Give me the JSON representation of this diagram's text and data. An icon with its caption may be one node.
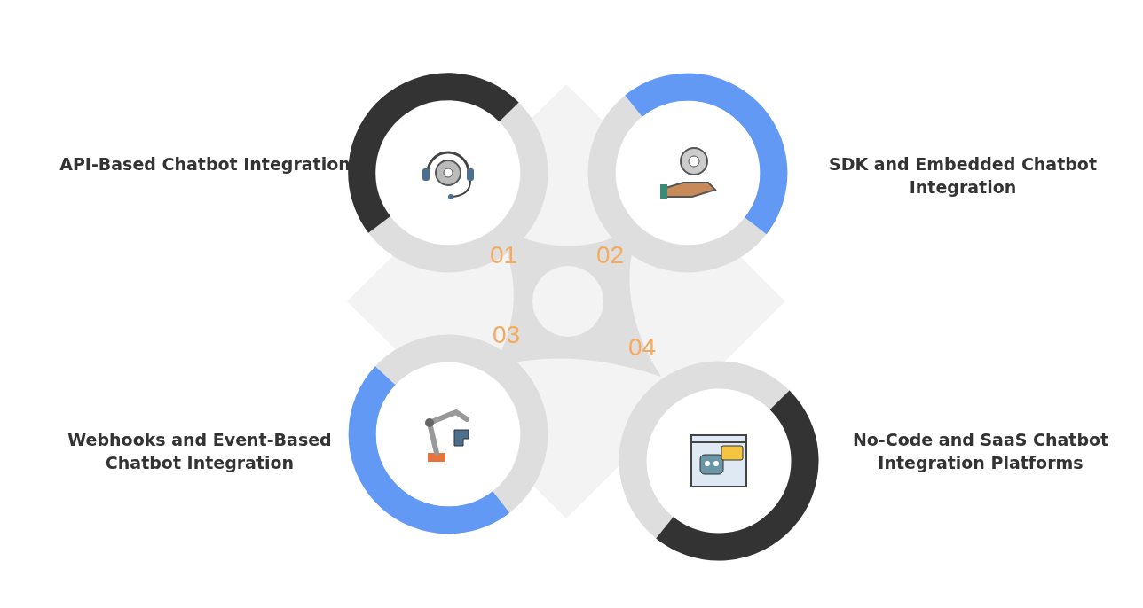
{
  "diagram": {
    "nodes": [
      {
        "text": [],
        "shape": "circle"
      },
      {
        "text": [],
        "shape": "circle"
      },
      {
        "text": [],
        "shape": "circle"
      },
      {
        "text": [],
        "shape": "circle"
      }
    ],
    "labels": [
      "API-Based Chatbot Integration",
      "SDK and Embedded Chatbot Integration",
      "01",
      "02",
      "03",
      "04",
      "Webhooks and Event-Based Chatbot Integration",
      "No-Code and SaaS Chatbot Integration Platforms"
    ]
  }
}
